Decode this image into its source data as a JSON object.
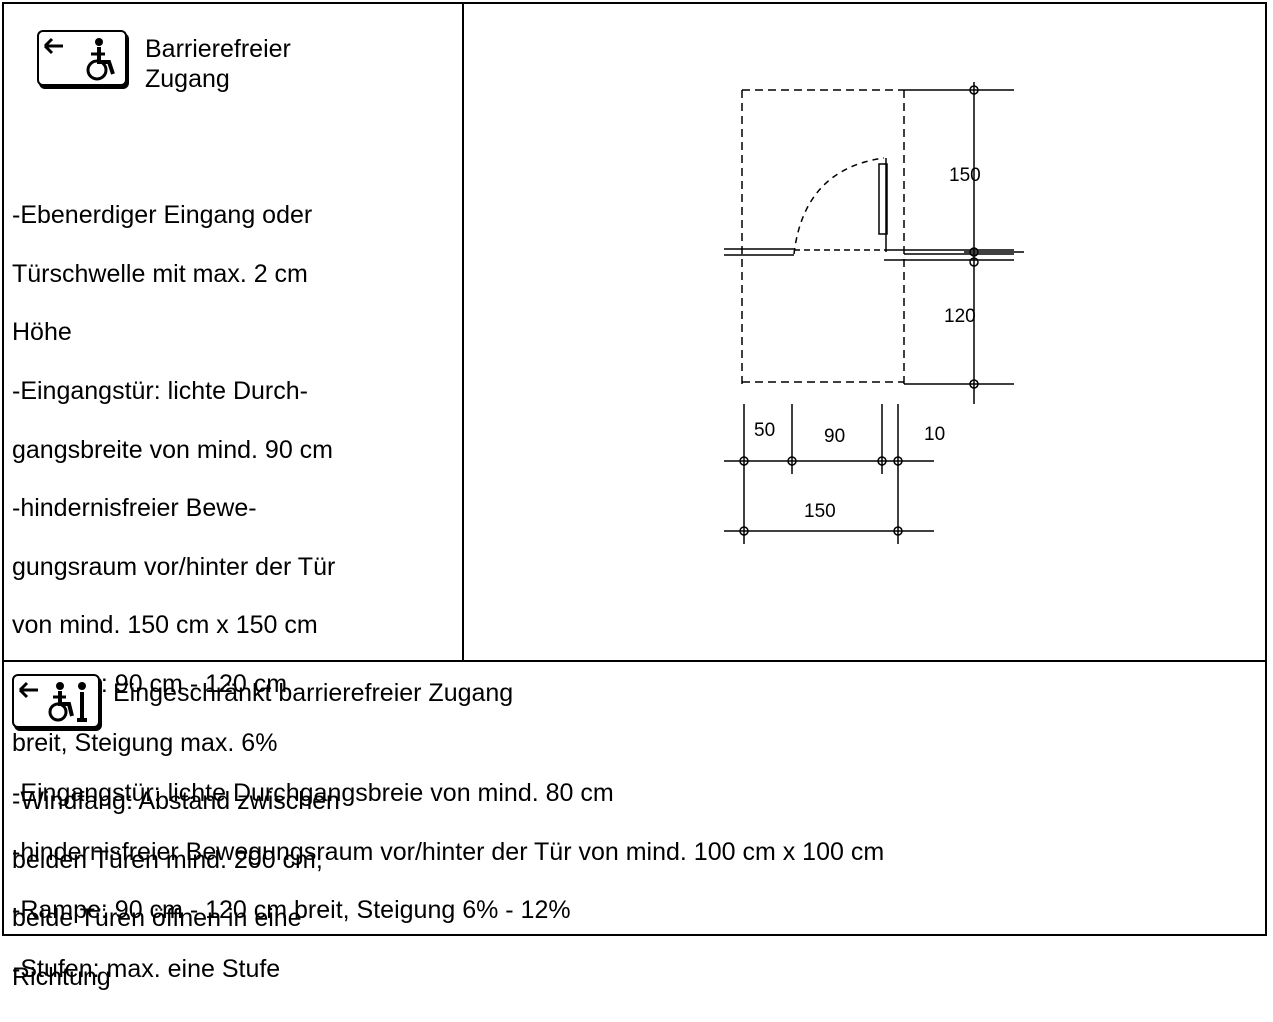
{
  "section1": {
    "icon": "wheelchair-access-icon",
    "title_line1": "Barrierefreier",
    "title_line2": "Zugang",
    "lines": [
      "-Ebenerdiger Eingang oder",
      "Türschwelle mit max. 2 cm",
      "Höhe",
      "-Eingangstür: lichte Durch-",
      "gangsbreite von mind. 90 cm",
      "-hindernisfreier Bewe-",
      "gungsraum vor/hinter der Tür",
      "von mind. 150 cm x 150 cm",
      "-Rampe: 90 cm - 120 cm",
      "breit, Steigung max. 6%",
      "-Windfang: Abstand zwischen",
      "beiden Türen mind. 200 cm,",
      "beide Türen öffnen in eine",
      "Richtung"
    ]
  },
  "drawing": {
    "labels": {
      "top_right": "150",
      "mid_right": "120",
      "bottom_left": "50",
      "bottom_mid": "90",
      "bottom_right": "10",
      "bottom_total": "150"
    }
  },
  "section2": {
    "icon": "partial-wheelchair-access-icon",
    "title": "Eingeschränkt barrierefreier Zugang",
    "lines": [
      "-Eingangstür: lichte Durchgangsbreie von mind. 80 cm",
      "-hindernisfreier Bewegungsraum vor/hinter der Tür von mind. 100 cm x 100 cm",
      "-Rampe: 90 cm - 120 cm breit, Steigung 6% - 12%",
      "-Stufen: max. eine Stufe"
    ]
  }
}
